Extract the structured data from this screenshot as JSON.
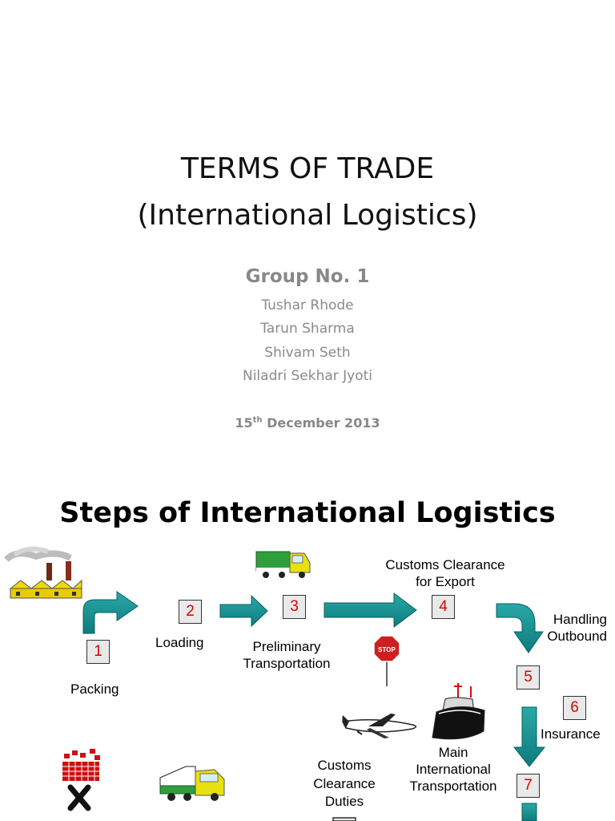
{
  "slide1": {
    "title_line1": "TERMS OF TRADE",
    "title_line2": "(International Logistics)",
    "group": "Group No. 1",
    "members": [
      "Tushar Rhode",
      "Tarun Sharma",
      "Shivam Seth",
      "Niladri Sekhar Jyoti"
    ],
    "date_day": "15",
    "date_suffix": "th",
    "date_rest": " December 2013"
  },
  "slide2": {
    "title": "Steps of International Logistics",
    "steps": [
      "1",
      "2",
      "3",
      "4",
      "5",
      "6",
      "7"
    ],
    "labels": {
      "packing": "Packing",
      "loading": "Loading",
      "prelim_1": "Preliminary",
      "prelim_2": "Transportation",
      "customs_export_1": "Customs Clearance",
      "customs_export_2": "for Export",
      "handling_1": "Handling",
      "handling_2": "Outbound",
      "insurance": "Insurance",
      "main_1": "Main",
      "main_2": "International",
      "main_3": "Transportation",
      "duties_1": "Customs",
      "duties_2": "Clearance",
      "duties_3": "Duties"
    },
    "stop_sign_text": "STOP",
    "colors": {
      "arrow_fill": "#138f8f",
      "arrow_stroke": "#0b5f5f",
      "step_number": "#e00000",
      "truck_cab": "#e8e010",
      "truck_body": "#2e9e3e",
      "factory": "#e8d000",
      "stop": "#cc2020",
      "bricks": "#cc1010"
    }
  }
}
